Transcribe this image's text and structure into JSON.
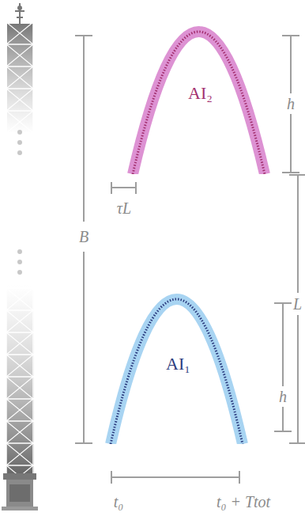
{
  "diagram": {
    "nodes": [
      {
        "text": [
          "AI₂"
        ]
      },
      {
        "text": [
          "AI₁"
        ]
      }
    ],
    "labels": [
      "B",
      "h",
      "L",
      "h",
      "τL",
      "t₀",
      "t₀ + Ttot"
    ]
  }
}
